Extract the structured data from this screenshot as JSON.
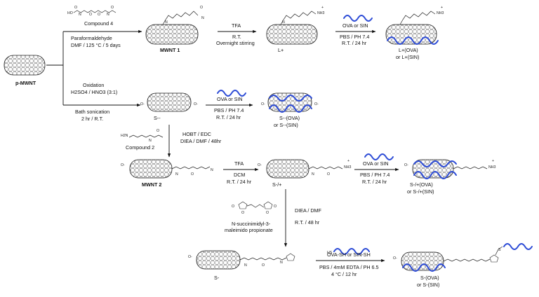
{
  "start": {
    "name": "p-MWNT"
  },
  "route_a": {
    "reagent1": "Compound 4",
    "cond1": "Paraformaldehyde",
    "cond2": "DMF / 125 °C / 5 days",
    "product1": "MWNT 1",
    "step2": {
      "a": "TFA",
      "b": "R.T.",
      "c": "Overnight stirring"
    },
    "product2": "L+",
    "step3": {
      "a": "OVA or SIN",
      "b": "PBS / PH 7.4",
      "c": "R.T. / 24 hr"
    },
    "product3": [
      "L+(OVA)",
      "or L+(SIN)"
    ]
  },
  "route_b": {
    "cond1": "Oxidation",
    "cond2": "H2SO4 / HNO3 (3:1)",
    "cond3": "Bath sonication",
    "cond4": "2 hr / R.T.",
    "product1": "S--",
    "step2": {
      "a": "OVA or SIN",
      "b": "PBS / PH 7.4",
      "c": "R.T. / 24 hr"
    },
    "product2": [
      "S--(OVA)",
      "or S--(SIN)"
    ]
  },
  "route_c": {
    "step1": {
      "a": "HOBT / EDC",
      "b": "DIEA / DMF / 48hr"
    },
    "reagent": "Compound 2",
    "product1": "MWNT 2",
    "step2": {
      "a": "TFA",
      "b": "DCM",
      "c": "R.T. / 24 hr"
    },
    "product2": "S-/+",
    "step3": {
      "a": "OVA or SIN",
      "b": "PBS / PH 7.4",
      "c": "R.T. / 24 hr"
    },
    "product3": [
      "S-/+(OVA)",
      "or S-/+(SIN)"
    ]
  },
  "route_d": {
    "step1": {
      "a": "DIEA / DMF",
      "b": "R.T. / 48 hr"
    },
    "reagent": [
      "N-succinimidyl-3-",
      "maleimido propionate"
    ],
    "product1": "S-",
    "step2": {
      "a": "OVA-SH or SIN-SH",
      "b": "PBS / 4mM EDTA / PH 6.5",
      "c": "4 °C / 12 hr"
    },
    "product2": [
      "S-(OVA)",
      "or S-(SIN)"
    ]
  },
  "colors": {
    "peptide": "#2c4bd6",
    "structure": "#111111"
  }
}
